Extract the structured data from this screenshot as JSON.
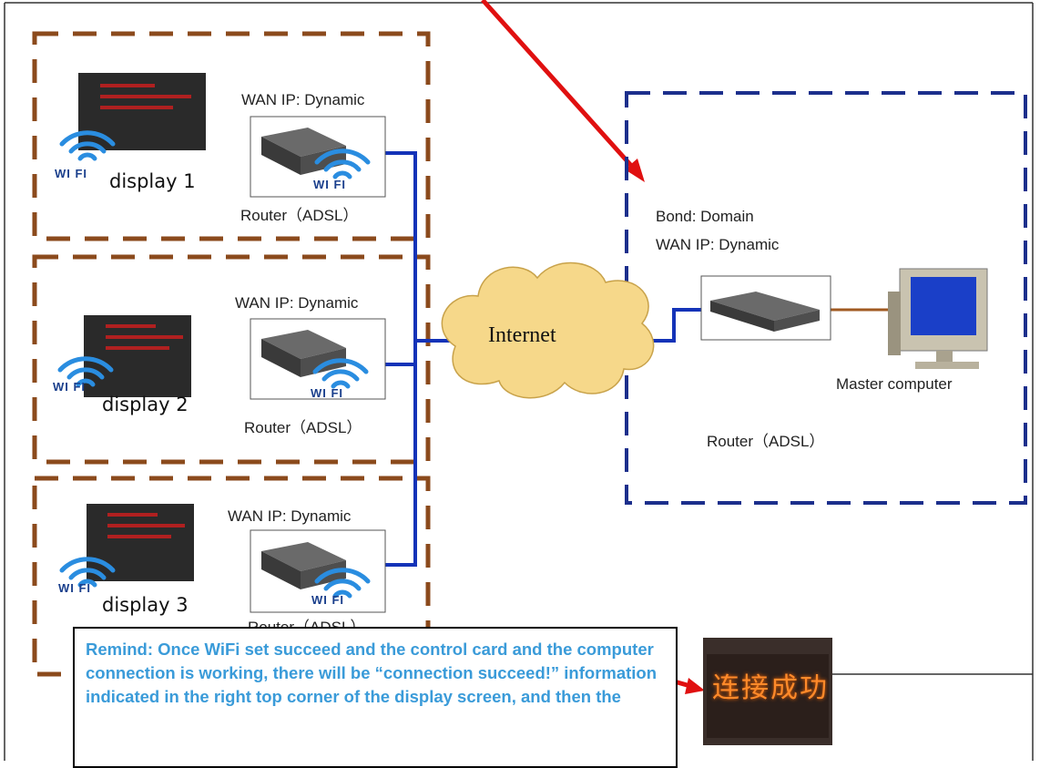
{
  "displays": [
    {
      "name": "display 1",
      "wan": "WAN IP: Dynamic",
      "router": "Router（ADSL）",
      "wifi": "WI FI"
    },
    {
      "name": "display 2",
      "wan": "WAN IP: Dynamic",
      "router": "Router（ADSL）",
      "wifi": "WI FI"
    },
    {
      "name": "display 3",
      "wan": "WAN IP: Dynamic",
      "router": "Router（ADSL）",
      "wifi": "WI FI"
    }
  ],
  "internet": {
    "label": "Internet"
  },
  "master": {
    "bond": "Bond: Domain",
    "wan": "WAN IP: Dynamic",
    "computer": "Master computer",
    "router": "Router（ADSL）"
  },
  "remind": {
    "text": "Remind: Once WiFi set succeed and the control card and the computer connection is working, there will be “connection succeed!” information indicated in the right top corner of the display screen, and then the"
  },
  "led_message": "连接成功",
  "colors": {
    "brown_dash": "#8b4a1c",
    "blue_dash": "#1c2f8c",
    "link_blue": "#1433b8",
    "arrow_red": "#e01010",
    "cloud": "#f6d88a",
    "remind_text": "#3a9bd9",
    "led": "#ff8a2a"
  }
}
